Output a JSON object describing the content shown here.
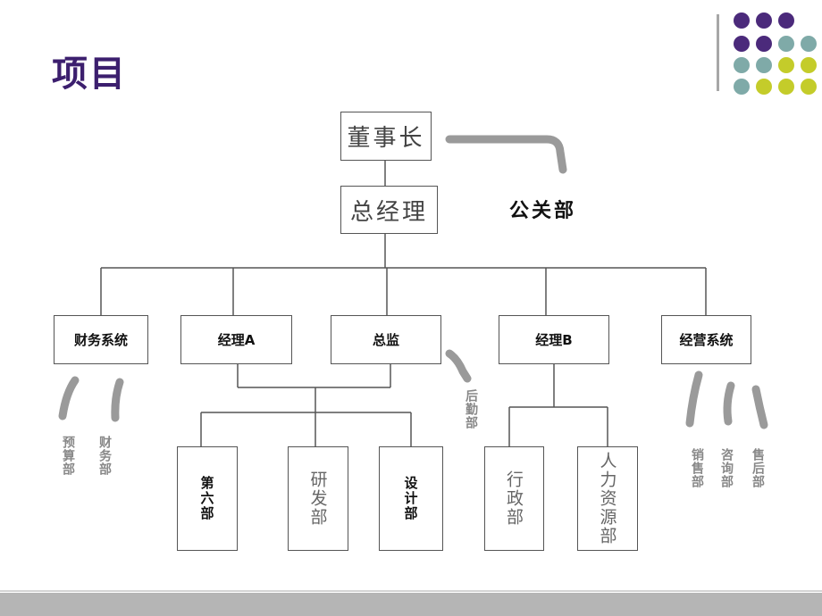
{
  "title": "项目",
  "nodes": {
    "chairman": "董事长",
    "gm": "总经理",
    "pr": "公关部",
    "finance_system": "财务系统",
    "manager_a": "经理A",
    "director": "总监",
    "manager_b": "经理B",
    "management_system": "经营系统",
    "dept_six": "第六部",
    "rd": "研发部",
    "design": "设计部",
    "admin": "行政部",
    "hr": "人力资源部",
    "logistics": "后勤部",
    "budget": "预算部",
    "finance_dept": "财务部",
    "sales": "销售部",
    "consulting": "咨询部",
    "after_sales": "售后部"
  },
  "colors": {
    "title": "#3c1f6e",
    "purple": "#4b2a7b",
    "teal": "#7faaa8",
    "lime": "#c4cc2a",
    "gray_stroke": "#9a9a9a"
  }
}
